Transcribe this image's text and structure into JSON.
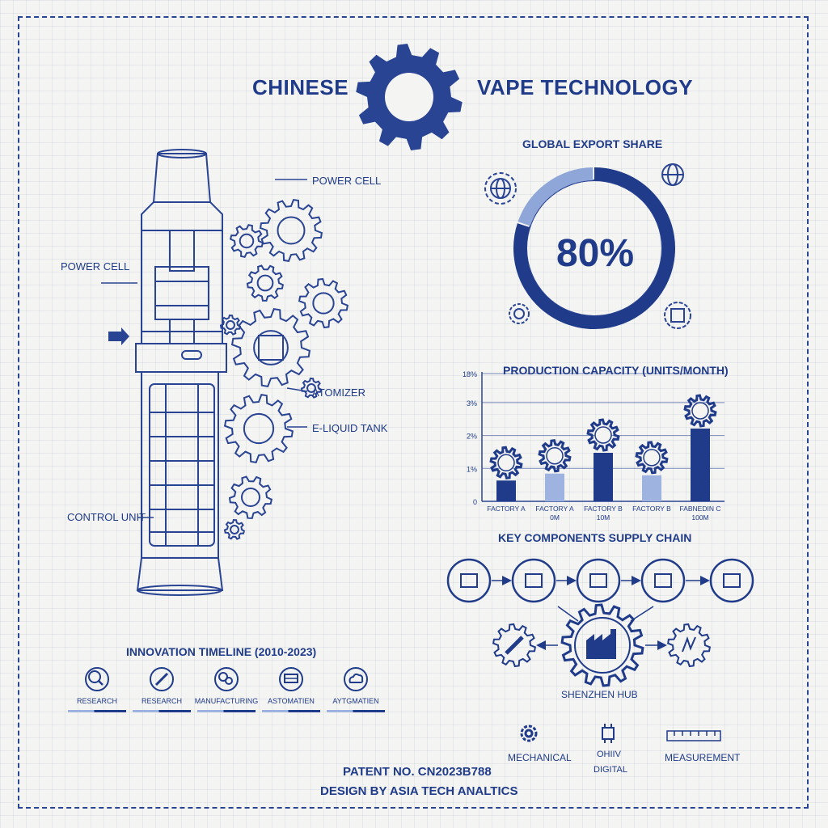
{
  "header": {
    "title_left": "CHINESE",
    "title_right": "VAPE TECHNOLOGY",
    "logo_icon": "gear-icon"
  },
  "device": {
    "labels": {
      "power_cell_top": "POWER CELL",
      "power_cell_left": "POWER CELL",
      "atomizer": "ATOMIZER",
      "eliquid": "E-LIQUID TANK",
      "control": "CONTROL UNIT"
    }
  },
  "export_share": {
    "title": "GLOBAL EXPORT SHARE",
    "value_label": "80%",
    "value": 80,
    "colors": {
      "main": "#1f3b8a",
      "light": "#8fa6d8"
    }
  },
  "chart_data": {
    "type": "bar",
    "title": "PRODUCTION CAPACITY (UNITS/MONTH)",
    "y_tick_labels": [
      "0",
      "1%",
      "2%",
      "3%",
      "18%"
    ],
    "categories": [
      "FACTORY A",
      "FACTORY A\n0M",
      "FACTORY B\n10M",
      "FACTORY B",
      "FABNEDIN C\n100M"
    ],
    "values": [
      0.6,
      0.8,
      1.4,
      0.75,
      2.1
    ],
    "ylim": [
      0,
      3.5
    ],
    "bar_colors": [
      "#1f3b8a",
      "#9fb3e0",
      "#1f3b8a",
      "#9fb3e0",
      "#1f3b8a"
    ],
    "grid": true
  },
  "supply_chain": {
    "title": "KEY COMPONENTS SUPPLY CHAIN",
    "nodes": [
      "battery-icon",
      "cell-icon",
      "chip-icon",
      "processor-icon",
      "device-icon"
    ],
    "hub_label": "SHENZHEN HUB",
    "hub_icon": "factory-icon",
    "left_icon": "vape-pen-icon",
    "right_icon": "circuit-icon"
  },
  "timeline": {
    "title": "INNOVATION TIMELINE (2010-2023)",
    "items": [
      {
        "label": "RESEARCH",
        "icon": "magnifier-icon"
      },
      {
        "label": "RESEARCH",
        "icon": "pen-icon"
      },
      {
        "label": "MANUFACTURING",
        "icon": "gears-icon"
      },
      {
        "label": "ASTOMATIEN",
        "icon": "cart-icon"
      },
      {
        "label": "AYTGMATIEN",
        "icon": "cloud-icon"
      }
    ]
  },
  "legend": {
    "mechanical": "MECHANICAL",
    "digital_line1": "OHIIV",
    "digital_line2": "DIGITAL",
    "measurement": "MEASUREMENT"
  },
  "footer": {
    "patent": "PATENT NO. CN2023B788",
    "design": "DESIGN BY ASIA TECH ANALTICS"
  }
}
